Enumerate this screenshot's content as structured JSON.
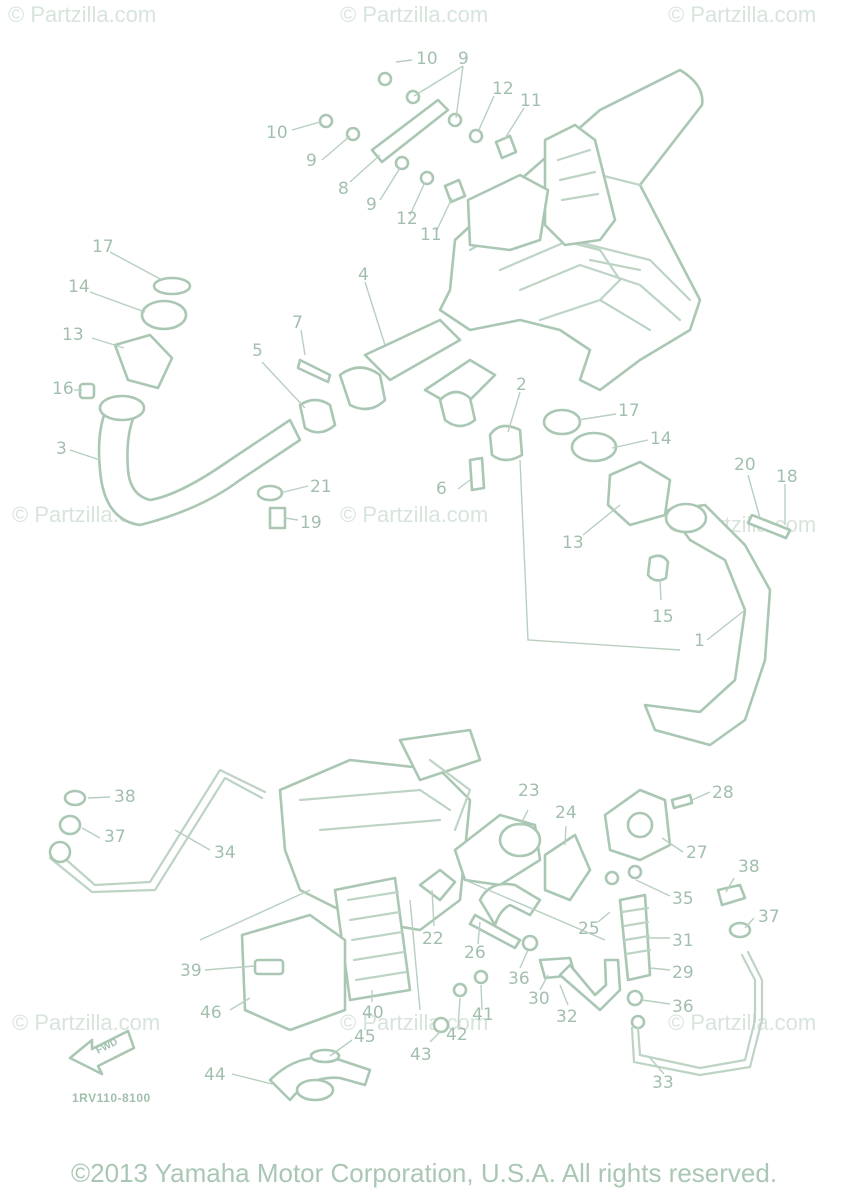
{
  "watermarks": [
    "© Partzilla.com",
    "© Partzilla.com",
    "© Partzilla.com",
    "© Partzilla.com",
    "© Partzilla.com",
    "© Partzilla.com",
    "© Partzilla.com",
    "© Partzilla.com",
    "© Partzilla.com"
  ],
  "diagram_code": "1RV110-8100",
  "fwd_label": "FWD",
  "copyright": "©2013 Yamaha Motor Corporation, U.S.A. All rights reserved.",
  "callouts": {
    "c10a": "10",
    "c9a": "9",
    "c12a": "12",
    "c11a": "11",
    "c10b": "10",
    "c9b": "9",
    "c8": "8",
    "c9c": "9",
    "c12b": "12",
    "c11b": "11",
    "c17a": "17",
    "c14a": "14",
    "c13a": "13",
    "c16": "16",
    "c3": "3",
    "c5": "5",
    "c7": "7",
    "c4": "4",
    "c2": "2",
    "c6": "6",
    "c21": "21",
    "c19": "19",
    "c17b": "17",
    "c14b": "14",
    "c13b": "13",
    "c20": "20",
    "c18": "18",
    "c15": "15",
    "c1": "1",
    "c38a": "38",
    "c37a": "37",
    "c34": "34",
    "c23": "23",
    "c24": "24",
    "c28": "28",
    "c27": "27",
    "c35": "35",
    "c38b": "38",
    "c37b": "37",
    "c22": "22",
    "c26": "26",
    "c25": "25",
    "c31": "31",
    "c29": "29",
    "c36a": "36",
    "c36b": "36",
    "c30": "30",
    "c32": "32",
    "c41": "41",
    "c42": "42",
    "c43": "43",
    "c39": "39",
    "c46": "46",
    "c40": "40",
    "c45": "45",
    "c44": "44",
    "c33": "33"
  }
}
